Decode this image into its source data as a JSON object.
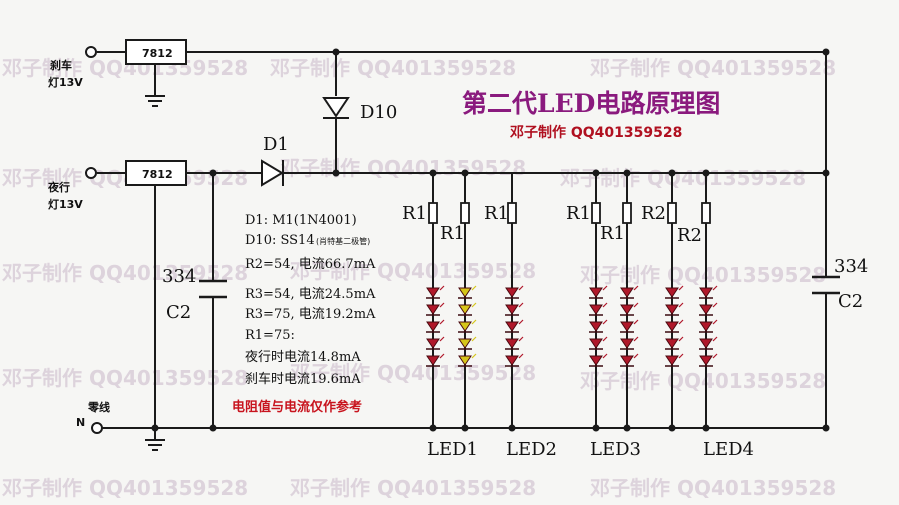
{
  "title": "第二代LED电路原理图",
  "subtitle": "邓子制作 QQ401359528",
  "watermark": "邓子制作 QQ401359528",
  "inputs": {
    "brake": [
      "刹车",
      "灯13V"
    ],
    "night": [
      "夜行",
      "灯13V"
    ],
    "neutral_label": "零线",
    "neutral_pin": "N"
  },
  "regulators": [
    "7812",
    "7812"
  ],
  "diodes": {
    "d1": "D1",
    "d10": "D10"
  },
  "capacitors": {
    "left": {
      "value": "334",
      "name": "C2"
    },
    "right": {
      "value": "334",
      "name": "C2"
    }
  },
  "resistors": [
    "R1",
    "R1",
    "R1",
    "R1",
    "R1",
    "R2",
    "R2"
  ],
  "led_groups": [
    "LED1",
    "LED2",
    "LED3",
    "LED4"
  ],
  "notes": [
    "D1: M1(1N4001)",
    "D10: SS14",
    "R2=54, 电流66.7mA",
    "R3=54, 电流24.5mA",
    "R3=75, 电流19.2mA",
    "R1=75:",
    "夜行时电流14.8mA",
    "刹车时电流19.6mA"
  ],
  "d10_note": "(肖特基二极管)",
  "warning": "电阻值与电流仅作参考",
  "colors": {
    "led_red": "#b0182a",
    "led_yellow": "#d6c61a",
    "title": "#8a1a7e",
    "warning": "#c8141e"
  }
}
